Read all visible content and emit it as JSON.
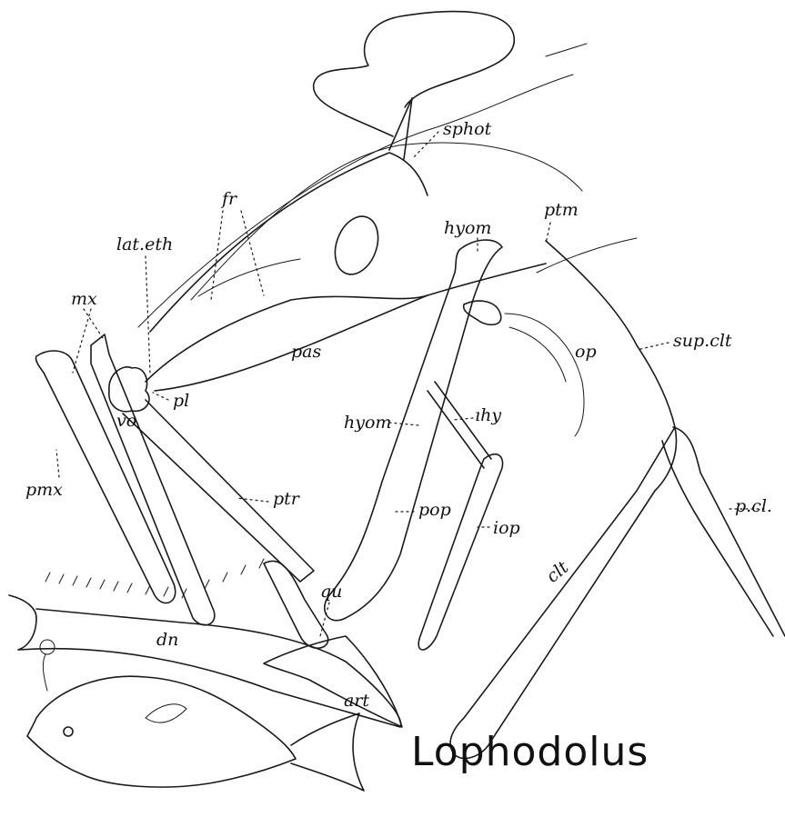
{
  "title": "Lophodolus",
  "labels": {
    "sphot": "sphot",
    "fr": "fr",
    "hyom_top": "hyom",
    "ptm": "ptm",
    "lat_eth": "lat.eth",
    "mx": "mx",
    "sup_clt": "sup.clt",
    "op": "op",
    "pas": "pas",
    "pl": "pl",
    "vo": "vo",
    "hyom_mid": "hyom",
    "ihy": "ıhy",
    "pmx": "pmx",
    "ptr": "ptr",
    "pop": "pop",
    "iop": "iop",
    "p_cl": "p.cl.",
    "clt": "clt",
    "qu": "qu",
    "dn": "dn",
    "art": "art"
  }
}
